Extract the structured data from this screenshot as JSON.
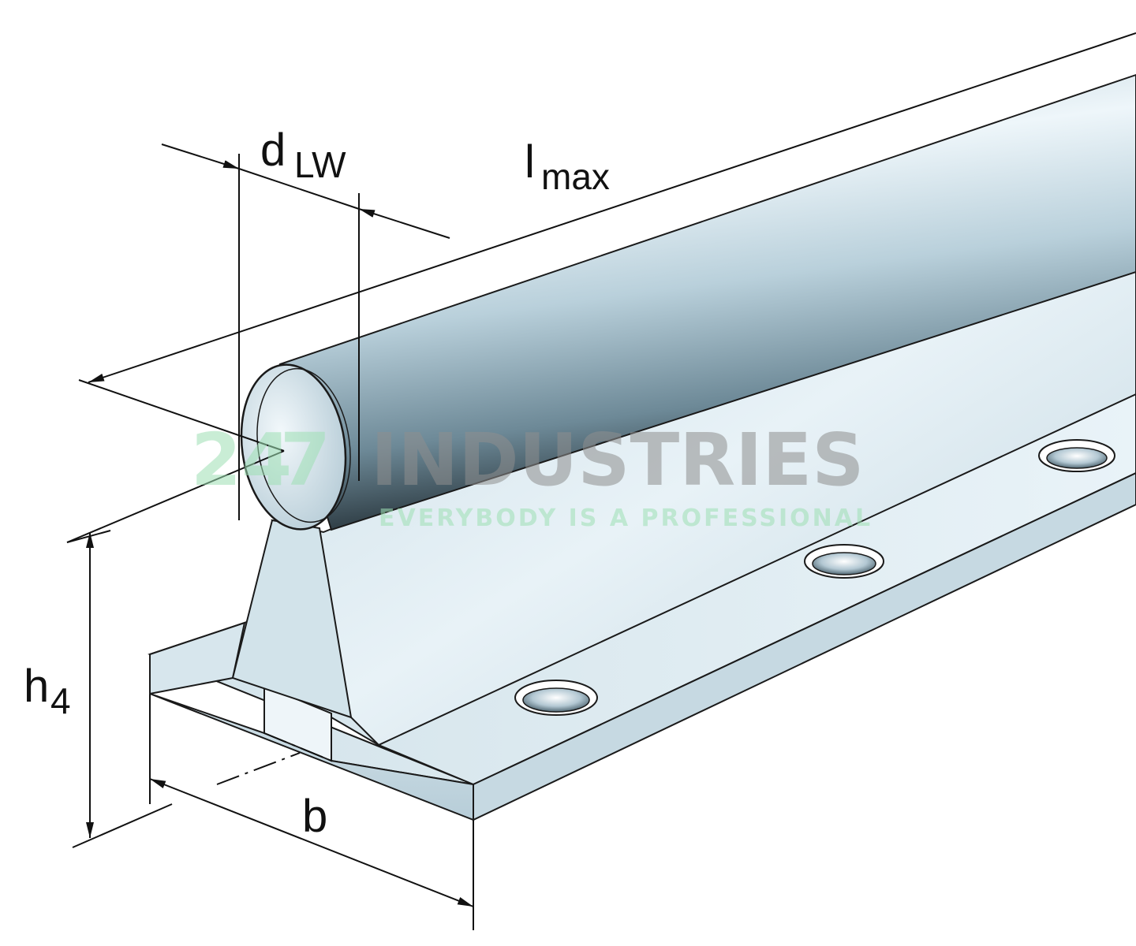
{
  "dimensions": {
    "d_lw": {
      "main": "d",
      "sub": "LW"
    },
    "l_max": {
      "main": "l",
      "sub": "max"
    },
    "h_4": {
      "main": "h",
      "sub": "4"
    },
    "b": {
      "main": "b"
    }
  },
  "watermark": {
    "number": "24",
    "partial": "7",
    "brand": "INDUSTRIES",
    "tagline": "EVERYBODY IS A PROFESSIONAL"
  },
  "colors": {
    "steel_light": "#e6f1f6",
    "steel_mid": "#b8cfda",
    "steel_dark": "#5f7c8a",
    "outline": "#1a1a1a",
    "watermark_green": "#9ee0b4",
    "watermark_gray": "#8f8f8f"
  }
}
